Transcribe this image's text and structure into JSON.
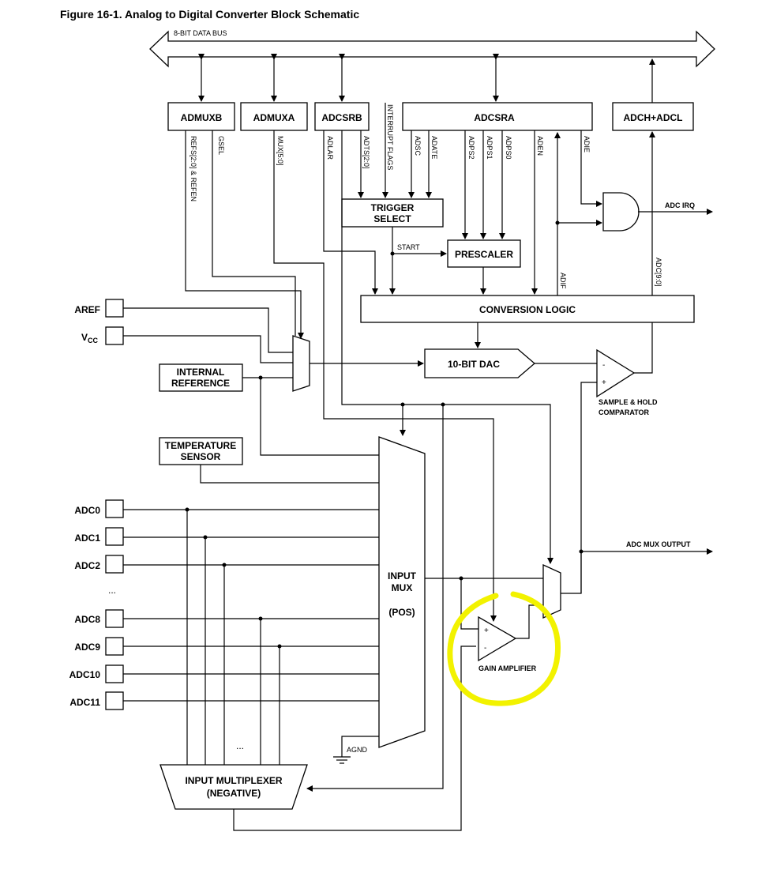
{
  "figure": {
    "title": "Figure 16-1.  Analog to Digital Converter Block Schematic"
  },
  "bus": {
    "label": "8-BIT DATA BUS"
  },
  "registers": {
    "admuxb": "ADMUXB",
    "admuxa": "ADMUXA",
    "adcsrb": "ADCSRB",
    "adcsra": "ADCSRA",
    "adch_adcl": "ADCH+ADCL"
  },
  "signals": {
    "refs": "REFS[2:0] & REFEN",
    "gsel": "GSEL",
    "mux": "MUX[5:0]",
    "adlar": "ADLAR",
    "adts": "ADTS[2:0]",
    "interrupt_flags": "INTERRUPT FLAGS",
    "adsc": "ADSC",
    "adate": "ADATE",
    "adps2": "ADPS2",
    "adps1": "ADPS1",
    "adps0": "ADPS0",
    "aden": "ADEN",
    "adie": "ADIE",
    "adif": "ADIF",
    "adc90": "ADC[9:0]",
    "start": "START",
    "adc_irq": "ADC IRQ",
    "adc_mux_output": "ADC MUX OUTPUT",
    "agnd": "AGND"
  },
  "blocks": {
    "trigger_select": [
      "TRIGGER",
      "SELECT"
    ],
    "prescaler": "PRESCALER",
    "conversion_logic": "CONVERSION LOGIC",
    "dac": "10-BIT DAC",
    "internal_reference": [
      "INTERNAL",
      "REFERENCE"
    ],
    "temperature_sensor": [
      "TEMPERATURE",
      "SENSOR"
    ],
    "input_mux": [
      "INPUT",
      "MUX",
      "(POS)"
    ],
    "input_multiplexer_neg": [
      "INPUT MULTIPLEXER",
      "(NEGATIVE)"
    ],
    "sample_hold": [
      "SAMPLE & HOLD",
      "COMPARATOR"
    ],
    "gain_amplifier": "GAIN AMPLIFIER"
  },
  "pins": {
    "aref": "AREF",
    "vcc": "V",
    "vcc_sub": "CC",
    "inputs": [
      "ADC0",
      "ADC1",
      "ADC2",
      "ADC8",
      "ADC9",
      "ADC10",
      "ADC11"
    ],
    "ellipsis": "...",
    "ellipsis2": "..."
  },
  "symbols": {
    "plus": "+",
    "minus": "-"
  },
  "highlight": {
    "color": "#f2f200",
    "target": "gain-amplifier"
  }
}
